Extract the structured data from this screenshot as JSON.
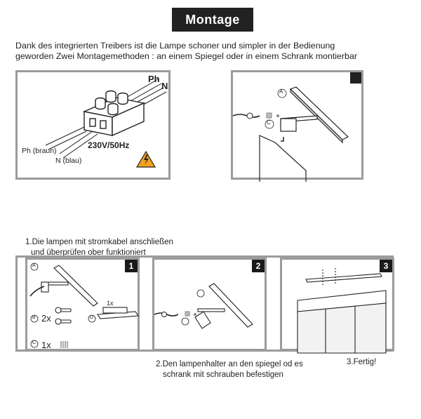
{
  "title": "Montage",
  "intro": {
    "line1": "Dank des integrierten Treibers ist die Lampe schoner und simpler in der Bedienung",
    "line2": "geworden Zwei Montagemethoden : an einem Spiegel oder in einem Schrank montierbar"
  },
  "wiring": {
    "ph_top": "Ph",
    "n_top": "N",
    "ph_label": "Ph (braun)",
    "n_label": "N (blau)",
    "voltage": "230V/50Hz"
  },
  "letters": {
    "a": "A",
    "b": "B",
    "c": "C",
    "d": "D"
  },
  "step1": {
    "caption_line1": "1.Die lampen mit stromkabel anschließen",
    "caption_line2": "und überprüfen ober funktioniert",
    "number": "1",
    "screws_qty": "2x",
    "cable_qty": "1x",
    "bracket_qty": "1x"
  },
  "step2": {
    "number": "2",
    "caption_line1": "2.Den lampenhalter an den spiegel od es",
    "caption_line2": "schrank mit schrauben befestigen"
  },
  "step3": {
    "number": "3",
    "caption": "3.Fertig!"
  }
}
